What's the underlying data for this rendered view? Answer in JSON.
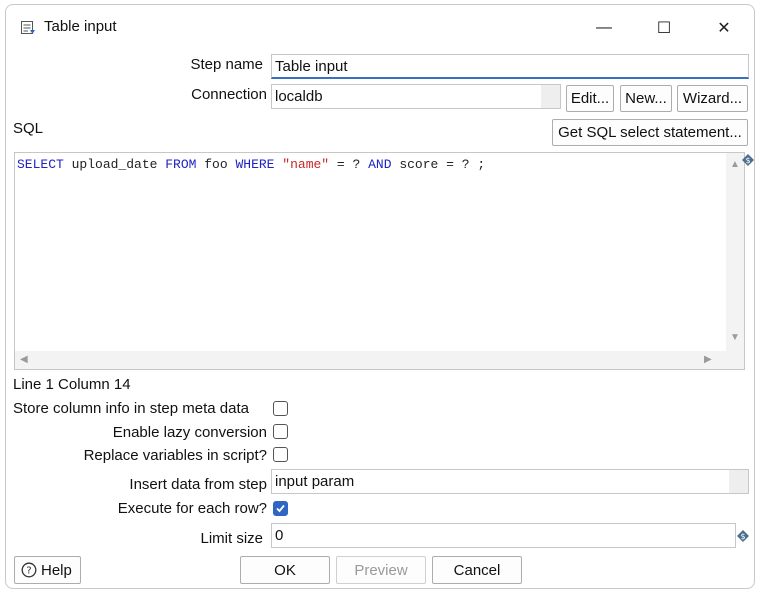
{
  "window": {
    "title": "Table input",
    "minimize": "—",
    "maximize": "☐",
    "close": "✕"
  },
  "step_name": {
    "label": "Step name",
    "value": "Table input"
  },
  "connection": {
    "label": "Connection",
    "value": "localdb",
    "edit_label": "Edit...",
    "new_label": "New...",
    "wizard_label": "Wizard..."
  },
  "sql": {
    "label": "SQL",
    "get_sql_label": "Get SQL select statement...",
    "tokens": [
      {
        "text": "SELECT",
        "type": "kw"
      },
      {
        "text": " upload_date ",
        "type": "plain"
      },
      {
        "text": "FROM",
        "type": "kw"
      },
      {
        "text": " foo ",
        "type": "plain"
      },
      {
        "text": "WHERE",
        "type": "kw"
      },
      {
        "text": " ",
        "type": "plain"
      },
      {
        "text": "\"name\"",
        "type": "str"
      },
      {
        "text": " = ? ",
        "type": "plain"
      },
      {
        "text": "AND",
        "type": "kw"
      },
      {
        "text": " score = ? ;",
        "type": "plain"
      }
    ]
  },
  "position": "Line 1 Column 14",
  "options": {
    "store_column_info": {
      "label": "Store column info in step meta data",
      "checked": false
    },
    "lazy_conversion": {
      "label": "Enable lazy conversion",
      "checked": false
    },
    "replace_variables": {
      "label": "Replace variables in script?",
      "checked": false
    },
    "insert_data_from_step": {
      "label": "Insert data from step",
      "value": "input param"
    },
    "execute_each_row": {
      "label": "Execute for each row?",
      "checked": true
    },
    "limit_size": {
      "label": "Limit size",
      "value": "0"
    }
  },
  "buttons": {
    "help": "Help",
    "ok": "OK",
    "preview": "Preview",
    "cancel": "Cancel"
  },
  "colors": {
    "keyword": "#1e22c8",
    "string": "#c62828",
    "check_accent": "#2f66c2"
  },
  "icons": {
    "title": "table-input-icon",
    "variable": "variable-diamond-icon",
    "help": "help-circle-icon"
  }
}
